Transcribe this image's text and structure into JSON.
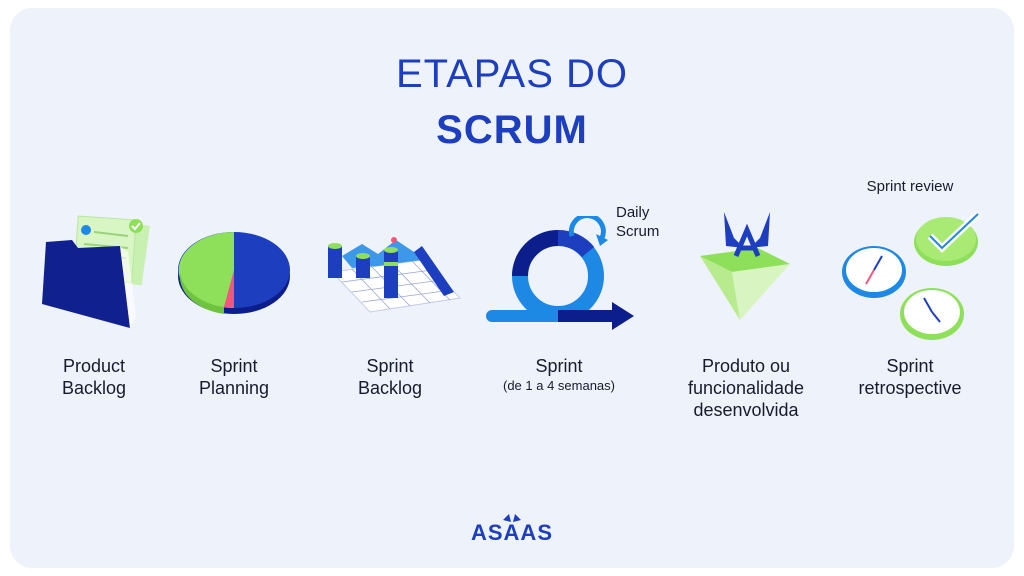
{
  "title_line1": "ETAPAS DO",
  "title_line2": "SCRUM",
  "steps": [
    {
      "line1": "Product",
      "line2": "Backlog"
    },
    {
      "line1": "Sprint",
      "line2": "Planning"
    },
    {
      "line1": "Sprint",
      "line2": "Backlog"
    },
    {
      "line1": "Sprint",
      "sub": "(de 1 a 4 semanas)"
    },
    {
      "line1": "Produto ou",
      "line2": "funcionalidade",
      "line3": "desenvolvida"
    },
    {
      "line1": "Sprint",
      "line2": "retrospective"
    }
  ],
  "notes": {
    "daily_line1": "Daily",
    "daily_line2": "Scrum",
    "sprint_review": "Sprint review"
  },
  "logo_text": "ASAAS",
  "colors": {
    "primary_blue": "#1d3fbf",
    "navy": "#0b1e8c",
    "light_blue": "#1e88e5",
    "green": "#8ee05a",
    "pink": "#f0567e",
    "background": "#eef2fa"
  }
}
